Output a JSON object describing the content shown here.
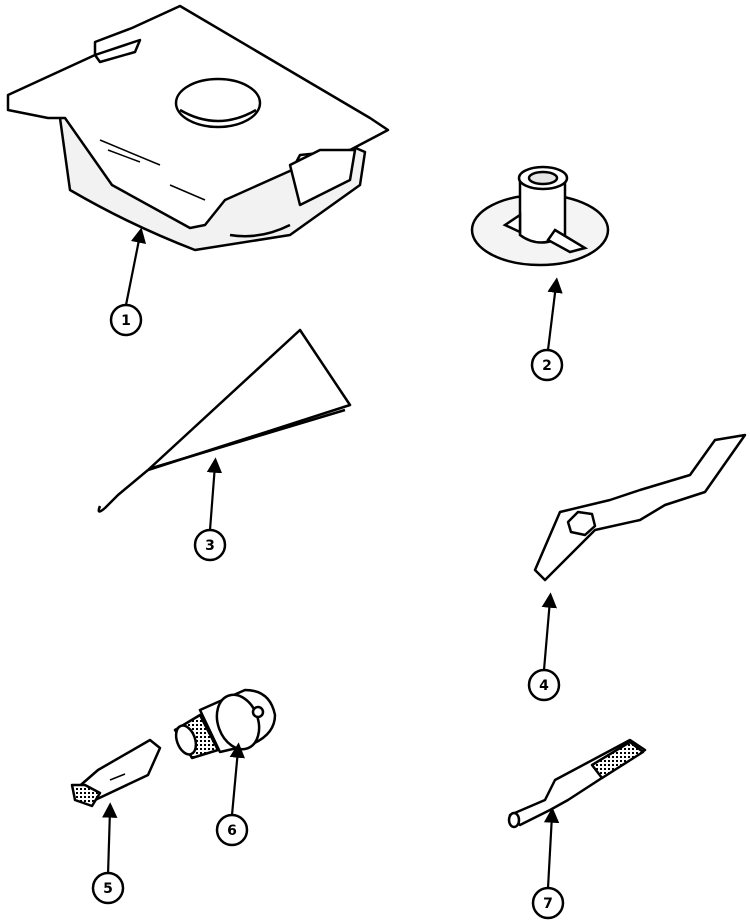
{
  "callouts": [
    {
      "id": "part-1",
      "label": "1"
    },
    {
      "id": "part-2",
      "label": "2"
    },
    {
      "id": "part-3",
      "label": "3"
    },
    {
      "id": "part-4",
      "label": "4"
    },
    {
      "id": "part-5-bit",
      "label": "5"
    },
    {
      "id": "part-6-socket",
      "label": "6"
    },
    {
      "id": "part-7",
      "label": "7"
    }
  ]
}
